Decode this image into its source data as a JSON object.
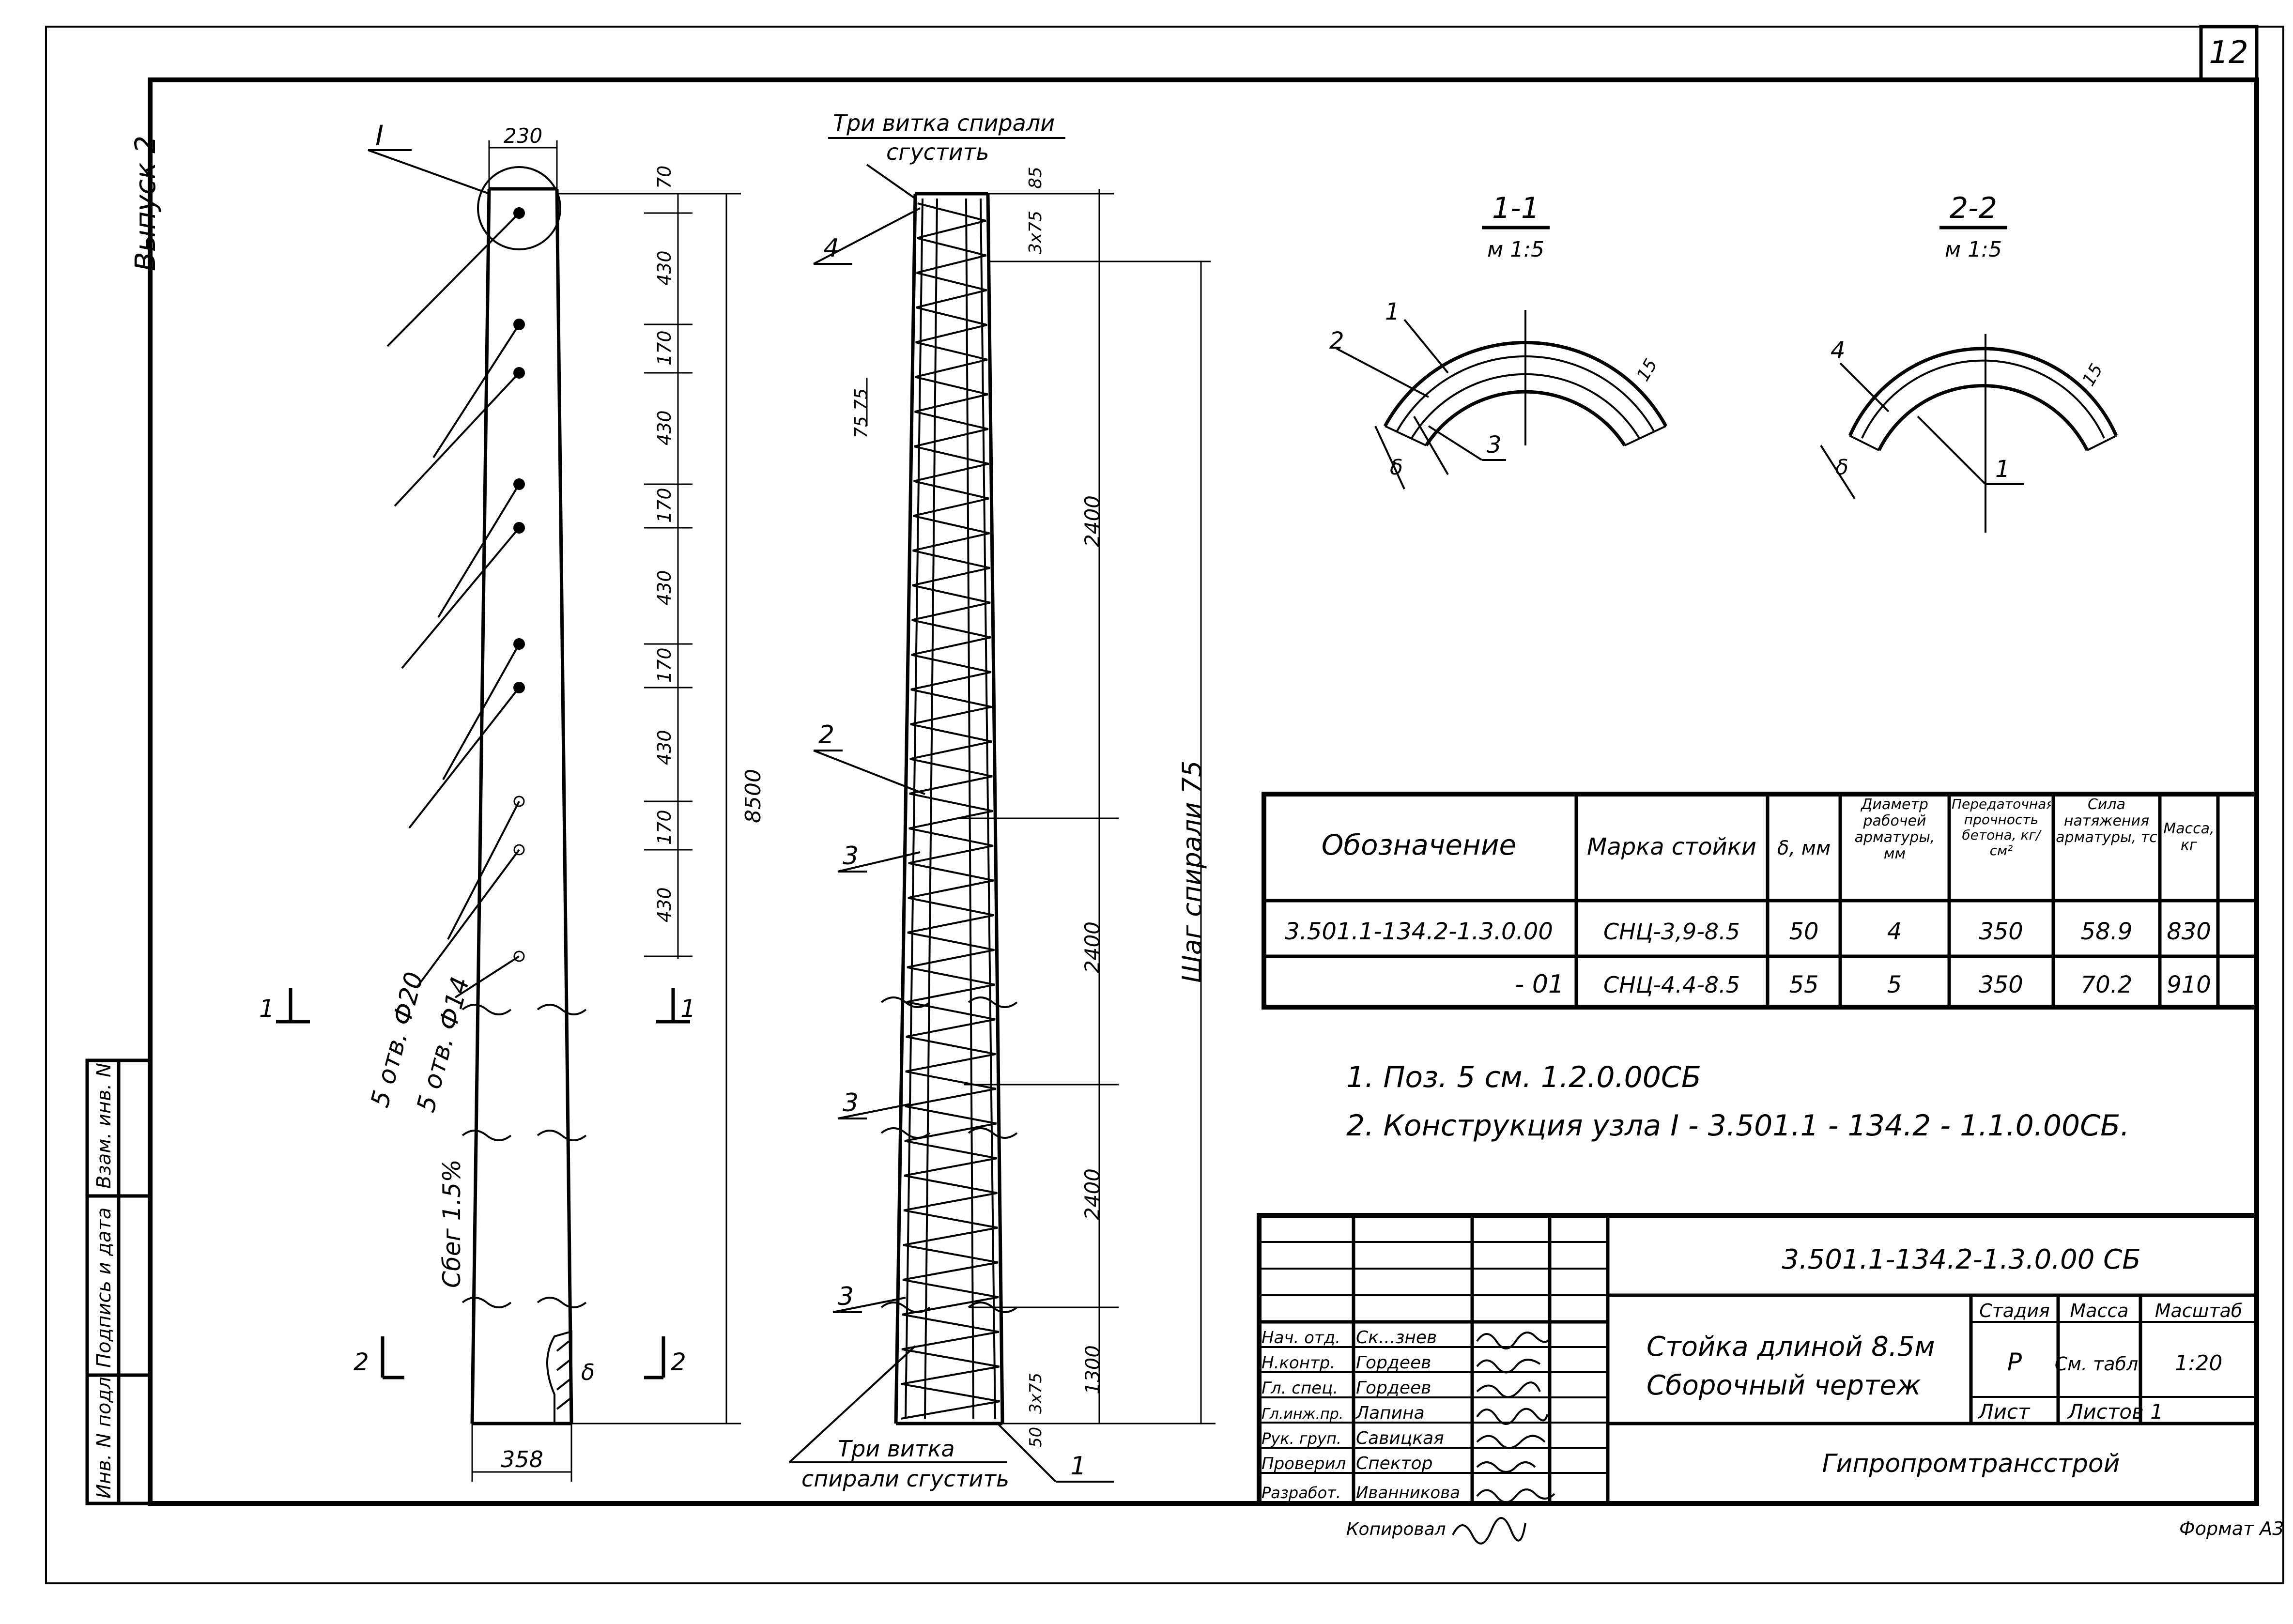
{
  "sheet_number": "12",
  "issue_label": "Выпуск 2",
  "left_stamp": {
    "inv_podl": "Инв. N подл.",
    "podpis": "Подпись и дата",
    "vzam": "Взам. инв. N"
  },
  "elevation": {
    "node_label": "I",
    "top_width": "230",
    "bottom_width": "358",
    "total_height": "8500",
    "seg_top": "70",
    "seg_430": "430",
    "seg_170": "170",
    "holes_20": "5 отв. Ф20",
    "holes_14": "5 отв. Ф14",
    "taper": "Сбег 1.5%",
    "wall": "δ",
    "sec1_left": "1",
    "sec1_right": "1",
    "sec2_left": "2",
    "sec2_right": "2"
  },
  "cage": {
    "note_top_1": "Три витка спирали",
    "note_top_2": "сгустить",
    "note_bottom_1": "Три витка",
    "note_bottom_2": "спирали сгустить",
    "pos_1": "1",
    "pos_2": "2",
    "pos_3a": "3",
    "pos_3b": "3",
    "pos_3c": "3",
    "pos_4": "4",
    "dim_85": "85",
    "dim_3x75_top": "3х75",
    "dim_75_75": "75 75",
    "dim_2400_a": "2400",
    "dim_2400_b": "2400",
    "dim_2400_c": "2400",
    "dim_1300": "1300",
    "dim_3x75_bot": "3х75",
    "dim_50": "50",
    "spiral_pitch": "Шаг спирали 75"
  },
  "sections": {
    "s1_title": "1-1",
    "s1_scale": "м 1:5",
    "s1_p1": "1",
    "s1_p2": "2",
    "s1_p3": "3",
    "s1_15": "15",
    "s1_delta": "δ",
    "s2_title": "2-2",
    "s2_scale": "м 1:5",
    "s2_p4": "4",
    "s2_p1": "1",
    "s2_15": "15",
    "s2_delta": "δ"
  },
  "spec_table": {
    "headers": [
      "Обозначение",
      "Марка стойки",
      "δ, мм",
      "Диаметр рабочей арматуры, мм",
      "Передаточная прочность бетона, кг/см²",
      "Сила натяжения арматуры, тс",
      "Масса, кг"
    ],
    "rows": [
      [
        "3.501.1-134.2-1.3.0.00",
        "СНЦ-3,9-8.5",
        "50",
        "4",
        "350",
        "58.9",
        "830"
      ],
      [
        "- 01",
        "СНЦ-4.4-8.5",
        "55",
        "5",
        "350",
        "70.2",
        "910"
      ]
    ]
  },
  "notes": [
    "1. Поз. 5 см. 1.2.0.00СБ",
    "2. Конструкция узла I - 3.501.1 - 134.2 - 1.1.0.00СБ."
  ],
  "title_block": {
    "code": "3.501.1-134.2-1.3.0.00 СБ",
    "name_line1": "Стойка длиной 8.5м",
    "name_line2": "Сборочный чертеж",
    "stage_label": "Стадия",
    "mass_label": "Масса",
    "scale_label": "Масштаб",
    "stage": "Р",
    "mass": "См. табл.",
    "scale": "1:20",
    "sheet_label": "Лист",
    "sheets_label": "Листов 1",
    "org": "Гипропромтрансстрой",
    "roles": [
      {
        "role": "Нач. отд.",
        "name": "Ск...знев"
      },
      {
        "role": "Н.контр.",
        "name": "Гордеев"
      },
      {
        "role": "Гл. спец.",
        "name": "Гордеев"
      },
      {
        "role": "Гл.инж.пр.",
        "name": "Лапина"
      },
      {
        "role": "Рук. груп.",
        "name": "Савицкая"
      },
      {
        "role": "Проверил",
        "name": "Спектор"
      },
      {
        "role": "Разработ.",
        "name": "Иванникова"
      }
    ],
    "copied": "Копировал",
    "format": "Формат А3"
  }
}
